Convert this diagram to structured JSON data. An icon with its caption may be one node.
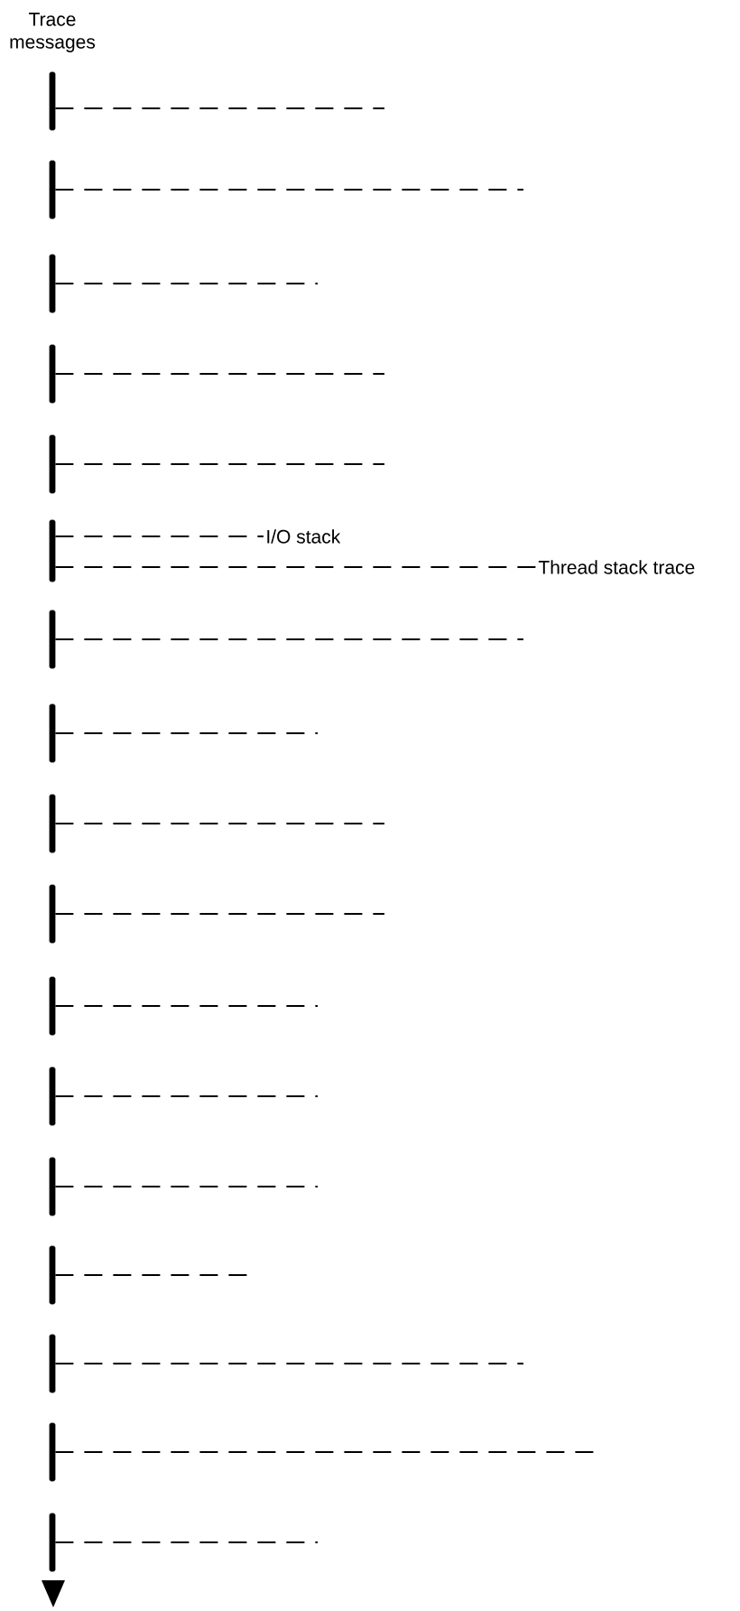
{
  "diagram": {
    "nodes": [
      {
        "text": [],
        "shape": "bar"
      },
      {
        "text": [],
        "shape": "bar"
      },
      {
        "text": [],
        "shape": "bar"
      },
      {
        "text": [],
        "shape": "bar"
      },
      {
        "text": [],
        "shape": "bar"
      },
      {
        "text": [],
        "shape": "bar"
      },
      {
        "text": [],
        "shape": "bar"
      },
      {
        "text": [],
        "shape": "bar"
      },
      {
        "text": [],
        "shape": "bar"
      },
      {
        "text": [],
        "shape": "bar"
      },
      {
        "text": [],
        "shape": "bar"
      },
      {
        "text": [],
        "shape": "bar"
      },
      {
        "text": [],
        "shape": "bar"
      },
      {
        "text": [],
        "shape": "bar"
      },
      {
        "text": [],
        "shape": "bar"
      },
      {
        "text": [],
        "shape": "bar"
      },
      {
        "text": [],
        "shape": "bar"
      },
      {
        "text": [
          "I/O stack"
        ]
      },
      {
        "text": [
          "Thread stack trace"
        ]
      }
    ],
    "edges": [
      {
        "from": 0,
        "to": null,
        "arrow": "none",
        "style": "dashed"
      },
      {
        "from": 1,
        "to": null,
        "arrow": "none",
        "style": "dashed"
      },
      {
        "from": 2,
        "to": null,
        "arrow": "none",
        "style": "dashed"
      },
      {
        "from": 3,
        "to": null,
        "arrow": "none",
        "style": "dashed"
      },
      {
        "from": 4,
        "to": null,
        "arrow": "none",
        "style": "dashed"
      },
      {
        "from": 5,
        "to": 17,
        "arrow": "none",
        "style": "dashed"
      },
      {
        "from": 5,
        "to": 18,
        "arrow": "none",
        "style": "dashed"
      },
      {
        "from": 6,
        "to": null,
        "arrow": "none",
        "style": "dashed"
      },
      {
        "from": 7,
        "to": null,
        "arrow": "none",
        "style": "dashed"
      },
      {
        "from": 8,
        "to": null,
        "arrow": "none",
        "style": "dashed"
      },
      {
        "from": 9,
        "to": null,
        "arrow": "none",
        "style": "dashed"
      },
      {
        "from": 10,
        "to": null,
        "arrow": "none",
        "style": "dashed"
      },
      {
        "from": 11,
        "to": null,
        "arrow": "none",
        "style": "dashed"
      },
      {
        "from": 12,
        "to": null,
        "arrow": "none",
        "style": "dashed"
      },
      {
        "from": 13,
        "to": null,
        "arrow": "none",
        "style": "dashed"
      },
      {
        "from": 14,
        "to": null,
        "arrow": "none",
        "style": "dashed"
      },
      {
        "from": 15,
        "to": null,
        "arrow": "none",
        "style": "dashed"
      },
      {
        "from": 16,
        "to": null,
        "arrow": "none",
        "style": "dashed"
      }
    ],
    "labels": [
      "Trace messages"
    ]
  }
}
